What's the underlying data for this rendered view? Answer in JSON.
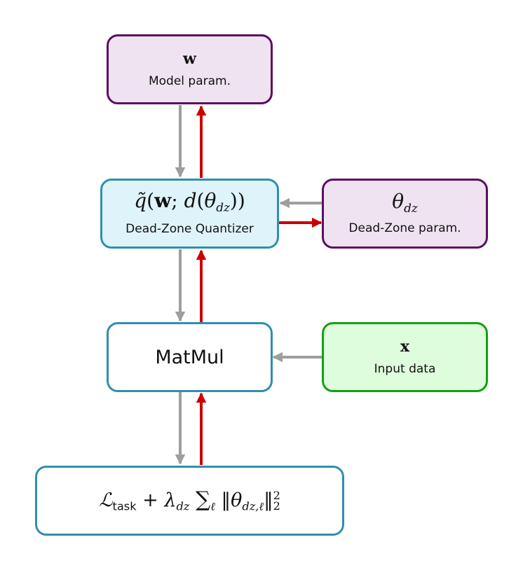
{
  "nodes": {
    "model": {
      "symbol": "w",
      "caption": "Model param."
    },
    "quantizer": {
      "symbol": "q̃(w; d(θ_dz))",
      "caption": "Dead-Zone Quantizer"
    },
    "deadzone": {
      "symbol": "θ_dz",
      "caption": "Dead-Zone param."
    },
    "matmul": {
      "label": "MatMul"
    },
    "input": {
      "symbol": "x",
      "caption": "Input data"
    },
    "loss": {
      "formula": "ℒ_task + λ_dz Σ_ℓ ‖θ_dz,ℓ‖²₂"
    }
  },
  "colors": {
    "forward_arrow": "#9e9e9e",
    "backward_arrow": "#cc0000",
    "param_fill": "#efe3f1",
    "param_border": "#5b0f5e",
    "quantizer_fill": "#dff3fb",
    "op_border": "#2f8fae",
    "input_fill": "#ddfddd",
    "input_border": "#12a012"
  }
}
